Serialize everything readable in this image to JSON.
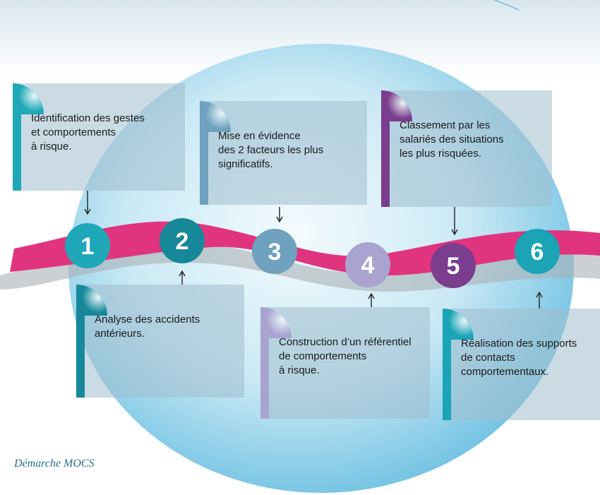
{
  "caption": "Démarche MOCS",
  "colors": {
    "ribbon": "#e0347f",
    "sphere_light": "#eef8fc",
    "sphere_dark": "#76c6e6",
    "box_fill": "#a0bed0"
  },
  "steps": [
    {
      "number": "1",
      "text": "Identification des gestes\net comportements\nà risque.",
      "color": "#1fa8b8"
    },
    {
      "number": "2",
      "text": "Analyse des accidents\nantérieurs.",
      "color": "#16889a"
    },
    {
      "number": "3",
      "text": "Mise en évidence\ndes 2 facteurs les plus\nsignificatifs.",
      "color": "#6fa2be"
    },
    {
      "number": "4",
      "text": "Construction d’un référentiel\nde comportements\nà risque.",
      "color": "#a9a4cf"
    },
    {
      "number": "5",
      "text": "Classement par les\nsalariés des situations\nles plus risquées.",
      "color": "#7b3d8e"
    },
    {
      "number": "6",
      "text": "Réalisation des supports\nde contacts\ncomportementaux.",
      "color": "#1aa4b6"
    }
  ]
}
